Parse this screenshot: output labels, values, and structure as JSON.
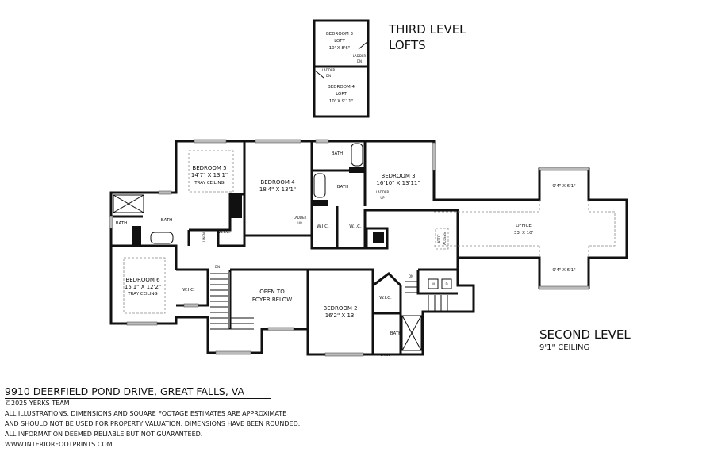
{
  "third_level": {
    "title_line1": "THIRD LEVEL",
    "title_line2": "LOFTS",
    "rooms": [
      {
        "name": "BEDROOM 3",
        "sub": "LOFT",
        "dims": "10' X 8'6\"",
        "ladder": "LADDER",
        "ladder_dir": "DN"
      },
      {
        "name": "BEDROOM 4",
        "sub": "LOFT",
        "dims": "10' X 9'11\"",
        "ladder": "LADDER",
        "ladder_dir": "DN"
      }
    ]
  },
  "second_level": {
    "title": "SECOND LEVEL",
    "ceiling": "9'1\" CEILING",
    "bedroom5": {
      "name": "BEDROOM 5",
      "dims": "14'7\" X 13'1\"",
      "note": "TRAY CEILING"
    },
    "bedroom4": {
      "name": "BEDROOM 4",
      "dims": "18'4\" X 13'1\""
    },
    "bedroom3": {
      "name": "BEDROOM 3",
      "dims": "16'10\" X 13'11\""
    },
    "bedroom6": {
      "name": "BEDROOM 6",
      "dims": "15'1\" X 12'2\"",
      "note": "TRAY CEILING"
    },
    "bedroom2": {
      "name": "BEDROOM 2",
      "dims": "16'2\" X 13'"
    },
    "office": {
      "name": "OFFICE",
      "dims": "33' X 10'",
      "bay_top": "9'4\" X 6'1\"",
      "bay_bottom": "9'4\" X 6'1\""
    },
    "open_foyer": {
      "line1": "OPEN TO",
      "line2": "FOYER BELOW"
    },
    "labels": {
      "bath": "BATH",
      "wic": "W.I.C.",
      "linen": "LINEN",
      "ladder": "LADDER",
      "up": "UP",
      "dn": "DN",
      "attic1": "ATTIC",
      "attic2": "ACCESS",
      "washer": "W",
      "dryer": "D",
      "shelves": "SHLVS"
    }
  },
  "footer": {
    "address": "9910 DEERFIELD POND DRIVE, GREAT FALLS, VA",
    "copyright": "©2025 YERKS TEAM",
    "disclaimer1": "ALL ILLUSTRATIONS, DIMENSIONS AND SQUARE FOOTAGE ESTIMATES ARE APPROXIMATE",
    "disclaimer2": "AND  SHOULD NOT BE USED FOR PROPERTY VALUATION. DIMENSIONS HAVE BEEN ROUNDED.",
    "disclaimer3": "ALL INFORMATION DEEMED RELIABLE BUT NOT GUARANTEED.",
    "website": "WWW.INTERIORFOOTPRINTS.COM"
  }
}
